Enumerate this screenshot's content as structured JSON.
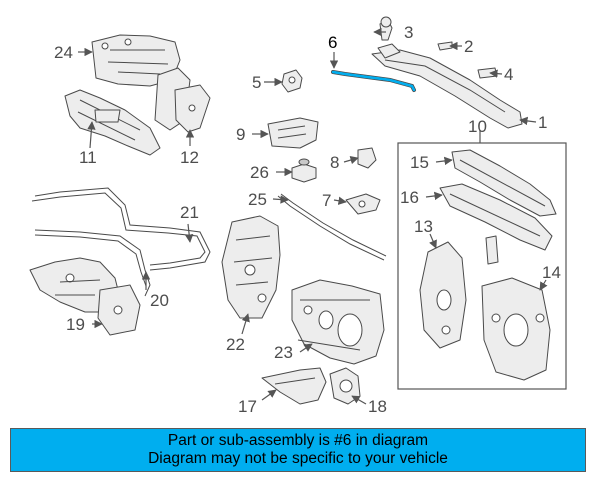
{
  "highlight_color": "#00aeef",
  "highlighted_part": "6",
  "callouts": {
    "c1": "1",
    "c2": "2",
    "c3": "3",
    "c4": "4",
    "c5": "5",
    "c6": "6",
    "c7": "7",
    "c8": "8",
    "c9": "9",
    "c10": "10",
    "c11": "11",
    "c12": "12",
    "c13": "13",
    "c14": "14",
    "c15": "15",
    "c16": "16",
    "c17": "17",
    "c18": "18",
    "c19": "19",
    "c20": "20",
    "c21": "21",
    "c22": "22",
    "c23": "23",
    "c24": "24",
    "c25": "25",
    "c26": "26"
  },
  "banner": {
    "line1": "Part or sub-assembly is #6 in diagram",
    "line2": "Diagram may not be specific to your vehicle"
  }
}
